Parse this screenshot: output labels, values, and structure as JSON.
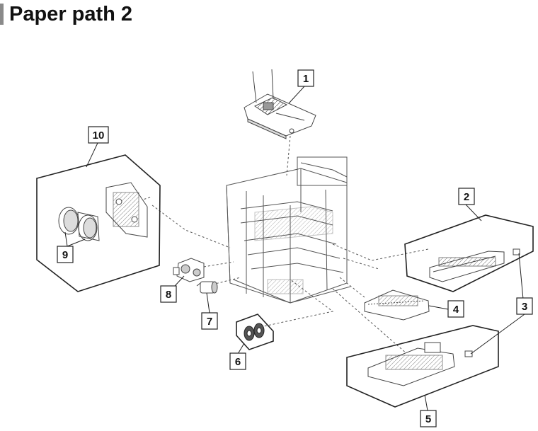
{
  "page": {
    "title": "Paper path 2"
  },
  "colors": {
    "accent": "#8a8a8a",
    "line": "#222222",
    "part": "#444444"
  },
  "callouts": [
    {
      "id": "1",
      "label": "1"
    },
    {
      "id": "2",
      "label": "2"
    },
    {
      "id": "3",
      "label": "3"
    },
    {
      "id": "4",
      "label": "4"
    },
    {
      "id": "5",
      "label": "5"
    },
    {
      "id": "6",
      "label": "6"
    },
    {
      "id": "7",
      "label": "7"
    },
    {
      "id": "8",
      "label": "8"
    },
    {
      "id": "9",
      "label": "9"
    },
    {
      "id": "10",
      "label": "10"
    }
  ]
}
